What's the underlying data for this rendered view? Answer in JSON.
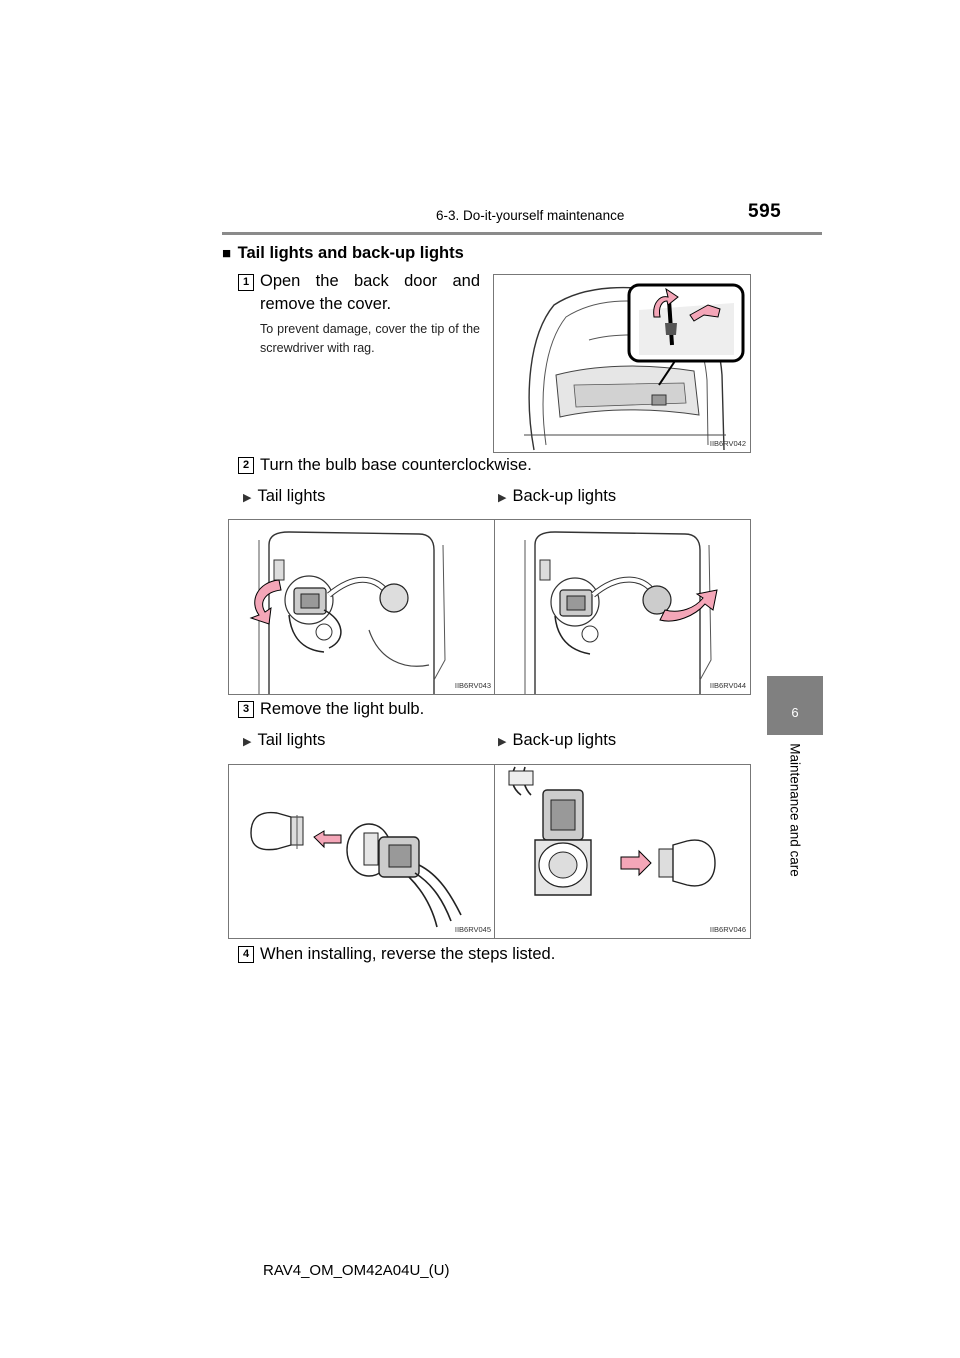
{
  "header": {
    "section_title": "6-3. Do-it-yourself maintenance",
    "page_number": "595"
  },
  "side_tab": {
    "chapter_number": "6",
    "chapter_title": "Maintenance and care"
  },
  "section": {
    "bullet": "■",
    "title": "Tail lights and back-up lights"
  },
  "steps": [
    {
      "number": "1",
      "text": "Open the back door and remove the cover.",
      "note": "To prevent damage, cover the tip of the screwdriver with rag."
    },
    {
      "number": "2",
      "text": "Turn the bulb base counterclockwise."
    },
    {
      "number": "3",
      "text": "Remove the light bulb."
    },
    {
      "number": "4",
      "text": "When installing, reverse the steps listed."
    }
  ],
  "captions": {
    "marker": "▶",
    "tail_lights": "Tail lights",
    "backup_lights": "Back-up lights"
  },
  "figures": {
    "fig1_code": "IIB6RV042",
    "fig2_code": "IIB6RV043",
    "fig3_code": "IIB6RV044",
    "fig4_code": "IIB6RV045",
    "fig5_code": "IIB6RV046"
  },
  "colors": {
    "arrow_pink": "#f4a6b8",
    "tab_gray": "#808080"
  },
  "footer": {
    "doc_id": "RAV4_OM_OM42A04U_(U)"
  }
}
